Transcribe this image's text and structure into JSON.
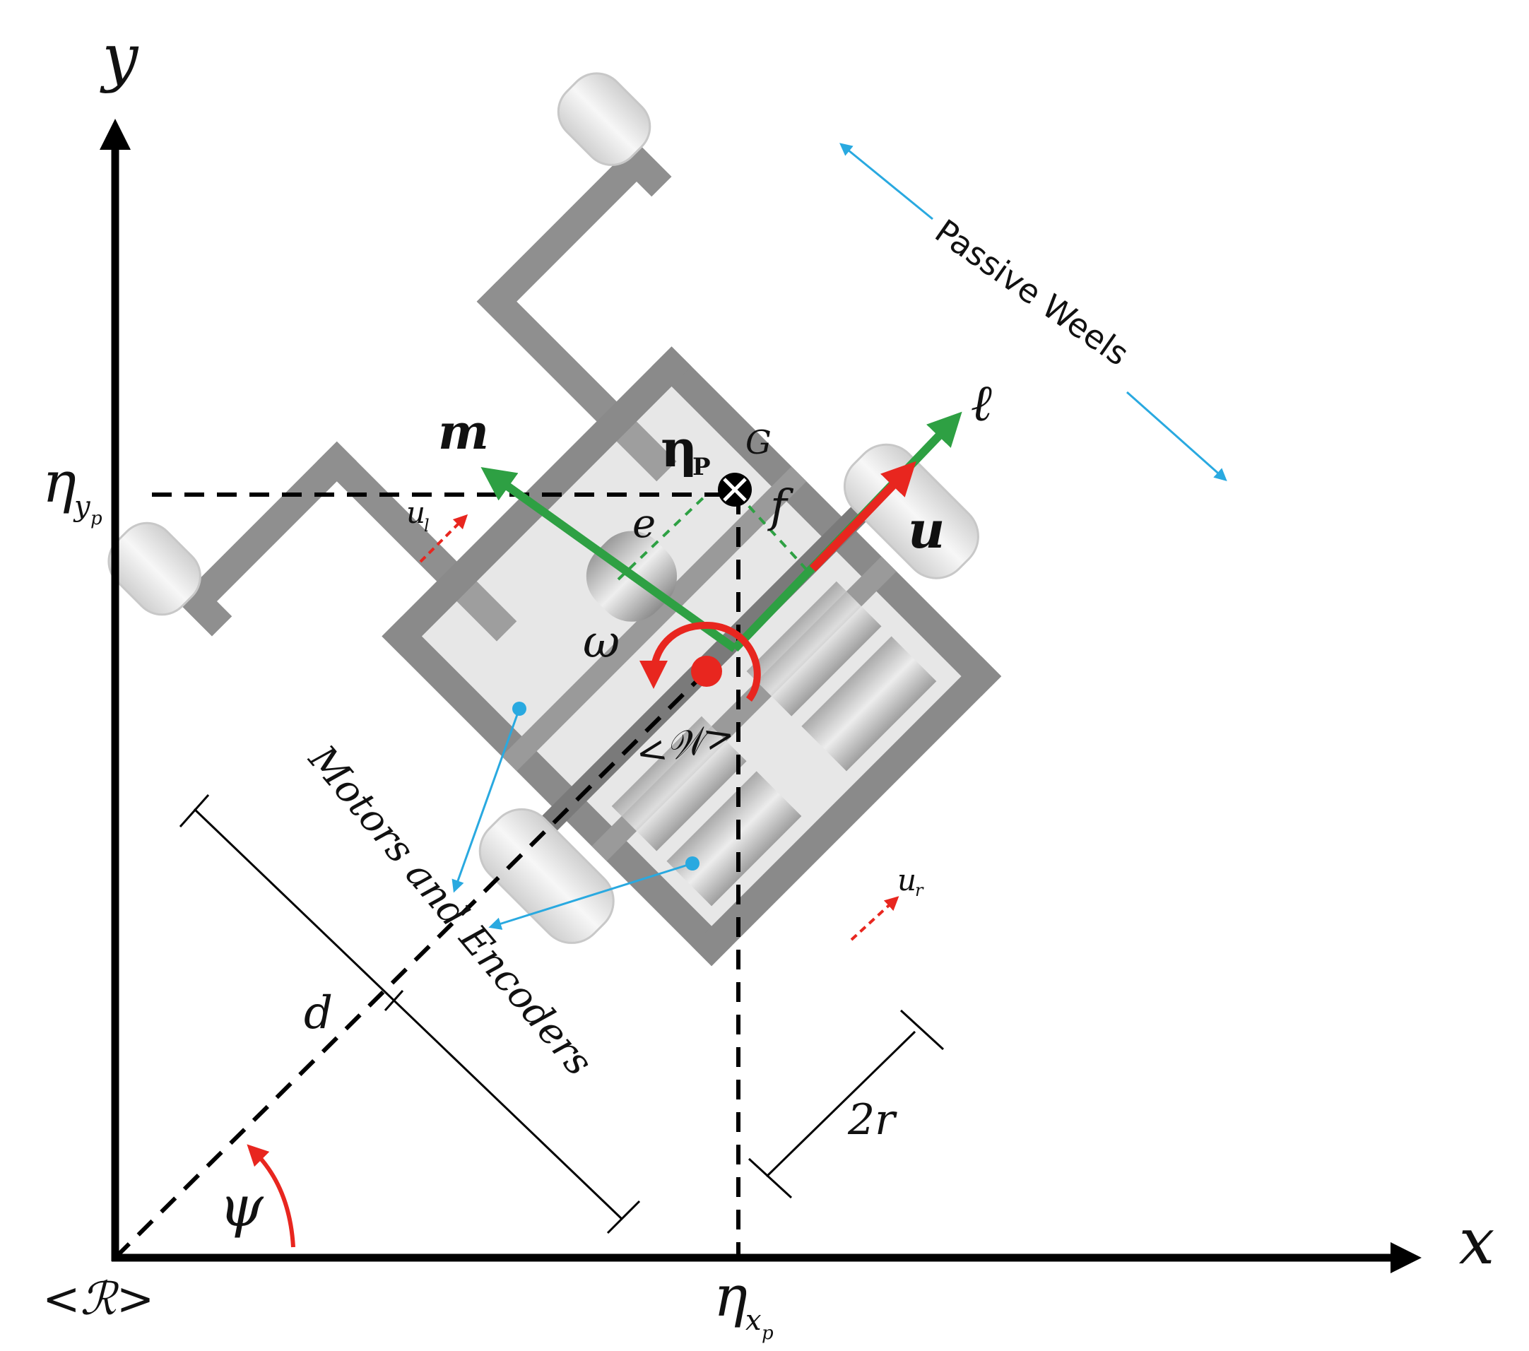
{
  "labels": {
    "y_axis": "y",
    "x_axis": "x",
    "eta": "η",
    "eta_y_sub": "y",
    "eta_y_subsub": "p",
    "eta_x_sub": "x",
    "eta_x_subsub": "p",
    "frame_R": "<ℛ>",
    "frame_W": "<𝒲>",
    "eta_p": "η",
    "eta_p_sub": "P",
    "G": "G",
    "m": "m",
    "l": "ℓ",
    "u": "u",
    "e": "e",
    "f": "f",
    "omega": "ω",
    "ul": "u",
    "ul_sub": "l",
    "ur": "u",
    "ur_sub": "r",
    "d": "d",
    "two_r": "2r",
    "psi": "ψ",
    "passive_wheels": "Passive Weels",
    "motors_encoders": "Motors  and Encoders"
  },
  "colors": {
    "axis": "#000000",
    "body_frame": "#2ea043",
    "velocity": "#e8261f",
    "pointer": "#29a9e0",
    "chassis": "#8a8a8a",
    "wheel": "#e6e6e6"
  }
}
